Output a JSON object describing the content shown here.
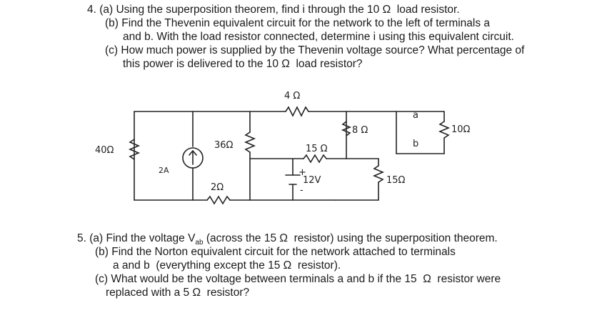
{
  "problem4": {
    "line_a": "4. (a) Using the superposition theorem, find i through the 10 Ω  load resistor.",
    "line_b1": "(b) Find the Thevenin equivalent circuit for the network to the left of terminals a",
    "line_b2": "and b. With the load resistor connected, determine i using this equivalent circuit.",
    "line_c1": "(c) How much power is supplied by the Thevenin voltage source? What percentage of",
    "line_c2": "this power is delivered to the 10 Ω  load resistor?"
  },
  "circuit": {
    "r4": "4 Ω",
    "r40": "40Ω",
    "r36": "36Ω",
    "r15": "15 Ω",
    "r8": "8 Ω",
    "r10": "10Ω",
    "r2": "2Ω",
    "r15b": "15Ω",
    "src_current": "2A",
    "src_voltage": "12V",
    "plus": "+",
    "minus": "-",
    "term_a": "a",
    "term_b": "b"
  },
  "problem5": {
    "line_a_pre": "5. (a) Find the voltage V",
    "line_a_sub": "ab",
    "line_a_post": " (across the 15 Ω  resistor) using the superposition theorem.",
    "line_b1": "(b) Find the Norton equivalent circuit for the network attached to terminals",
    "line_b2": "a and b  (everything except the 15 Ω  resistor).",
    "line_c1": "(c) What would be the voltage between terminals a and b if the 15  Ω  resistor were",
    "line_c2": "replaced with a 5 Ω  resistor?"
  }
}
